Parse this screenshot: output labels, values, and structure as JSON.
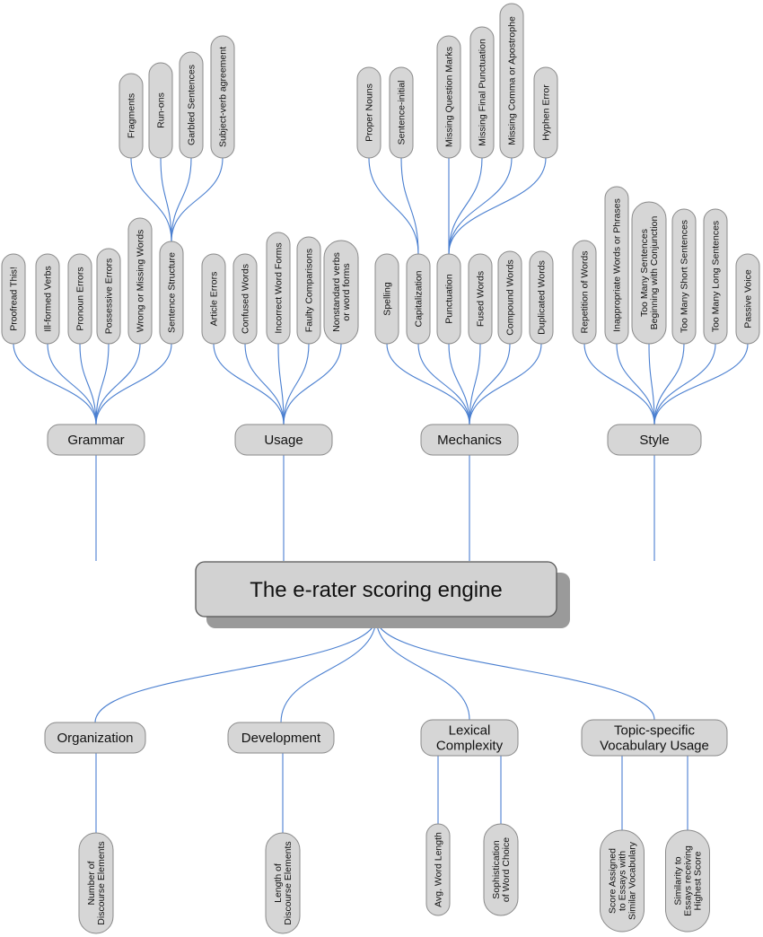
{
  "root": {
    "label": "The e-rater scoring engine"
  },
  "categories_top": [
    {
      "id": "grammar",
      "label": "Grammar",
      "children": [
        {
          "label": "Proofread This!"
        },
        {
          "label": "Ill-formed Verbs"
        },
        {
          "label": "Pronoun Errors"
        },
        {
          "label": "Possessive Errors"
        },
        {
          "label": "Wrong or Missing Words"
        },
        {
          "label": "Sentence Structure",
          "children": [
            {
              "label": "Fragments"
            },
            {
              "label": "Run-ons"
            },
            {
              "label": "Garbled Sentences"
            },
            {
              "label": "Subject-verb agreement"
            }
          ]
        }
      ]
    },
    {
      "id": "usage",
      "label": "Usage",
      "children": [
        {
          "label": "Article Errors"
        },
        {
          "label": "Confused Words"
        },
        {
          "label": "Incorrect Word Forms"
        },
        {
          "label": "Faulty Comparisons"
        },
        {
          "label": [
            "Nonstandard verbs",
            "or word forms"
          ]
        }
      ]
    },
    {
      "id": "mechanics",
      "label": "Mechanics",
      "children": [
        {
          "label": "Spelling"
        },
        {
          "label": "Capitalization",
          "children": [
            {
              "label": "Proper Nouns"
            },
            {
              "label": "Sentence-initial"
            }
          ]
        },
        {
          "label": "Punctuation",
          "children": [
            {
              "label": "Missing Question Marks"
            },
            {
              "label": "Missing Final Punctuation"
            },
            {
              "label": "Missing Comma or Apostrophe"
            },
            {
              "label": "Hyphen Error"
            }
          ]
        },
        {
          "label": "Fused Words"
        },
        {
          "label": "Compound Words"
        },
        {
          "label": "Duplicated Words"
        }
      ]
    },
    {
      "id": "style",
      "label": "Style",
      "children": [
        {
          "label": "Repetition of Words"
        },
        {
          "label": "Inappropriate Words or Phrases"
        },
        {
          "label": [
            "Too Many Sentences",
            "Beginning with Conjunction"
          ]
        },
        {
          "label": "Too Many Short Sentences"
        },
        {
          "label": "Too Many Long Sentences"
        },
        {
          "label": "Passive Voice"
        }
      ]
    }
  ],
  "categories_bottom": [
    {
      "id": "organization",
      "label": "Organization",
      "children": [
        {
          "label": [
            "Number of",
            "Discourse Elements"
          ]
        }
      ]
    },
    {
      "id": "development",
      "label": "Development",
      "children": [
        {
          "label": [
            "Length of",
            "Discourse Elements"
          ]
        }
      ]
    },
    {
      "id": "lexical",
      "label": [
        "Lexical",
        "Complexity"
      ],
      "children": [
        {
          "label": "Avg. Word Length"
        },
        {
          "label": [
            "Sophistication",
            "of Word Choice"
          ]
        }
      ]
    },
    {
      "id": "topic",
      "label": [
        "Topic-specific",
        "Vocabulary Usage"
      ],
      "children": [
        {
          "label": [
            "Score Assigned",
            "to Essays with",
            "Similar Vocabulary"
          ]
        },
        {
          "label": [
            "Similarity to",
            "Essays receiving",
            "Highest Score"
          ]
        }
      ]
    }
  ],
  "colors": {
    "connector": "#4a7fd0",
    "node_fill": "#d6d6d6",
    "shadow": "#9a9a9a"
  }
}
